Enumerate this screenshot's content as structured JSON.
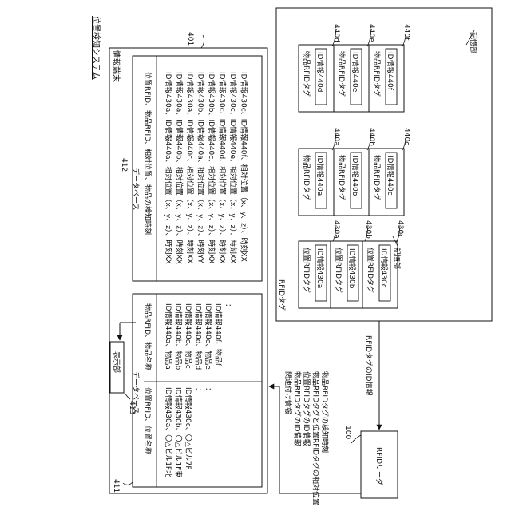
{
  "system_title": "位置検知システム",
  "terminal": {
    "title": "情報端末",
    "ref": "401"
  },
  "display": {
    "label": "表示部",
    "ref": "413"
  },
  "db1": {
    "ref": "411",
    "title": "データベース",
    "header_left": "位置RFID、位置名称",
    "header_right": "物品RFID、物品名称",
    "rows_left": [
      "ID情報430a、〇△ビル1F北",
      "ID情報430b、〇△ビル1F東",
      "ID情報430c、〇△ビル7F",
      "：",
      "："
    ],
    "rows_right": [
      "ID情報440a、物品a",
      "ID情報440b、物品b",
      "ID情報440c、物品c",
      "ID情報440d、物品d",
      "ID情報440e、物品e",
      "ID情報440f、物品f",
      "："
    ]
  },
  "db2": {
    "ref": "412",
    "title": "データベース",
    "header": "位置RFID、物品RFID、相対位置、物品の検知時刻",
    "rows": [
      "ID情報430a、ID情報440a、相対位置（x、y、z）、時刻XX",
      "ID情報430a、ID情報440b、相対位置（x、y、z）、時刻XX",
      "ID情報430a、ID情報440c、相対位置（x、y、z）、時刻XX",
      "ID情報430b、ID情報440a、相対位置（x、y、z）、時刻YY",
      "ID情報430b、ID情報440c、相対位置（x、y、z）、時刻XX",
      "ID情報430c、ID情報440d、相対位置（x、y、z）、時刻XX",
      "ID情報430c、ID情報440e、相対位置（x、y、z）、時刻XX",
      "ID情報430c、ID情報440f、相対位置（x、y、z）、時刻XX"
    ]
  },
  "reader": {
    "label": "RFIDリーダ",
    "ref": "100"
  },
  "reader_output": [
    "関連付け情報",
    "物品RFIDタグのID情報",
    "位置RFIDタグのID情報",
    "物品RFIDタグと位置RFIDタグの相対位置",
    "物品RFIDタグの検知時刻"
  ],
  "tag_input": "RFIDタグのID情報",
  "rfid": {
    "group_label": "RFIDタグ",
    "storage_label": "記憶部",
    "position_tags": [
      {
        "name": "位置RFIDタグ",
        "id": "ID情報430a",
        "ref": "430a"
      },
      {
        "name": "位置RFIDタグ",
        "id": "ID情報430b",
        "ref": "430b"
      },
      {
        "name": "位置RFIDタグ",
        "id": "ID情報430c",
        "ref": "430c"
      }
    ],
    "item_tags": [
      {
        "name": "物品RFIDタグ",
        "id": "ID情報440a",
        "ref": "440a"
      },
      {
        "name": "物品RFIDタグ",
        "id": "ID情報440b",
        "ref": "440b"
      },
      {
        "name": "物品RFIDタグ",
        "id": "ID情報440c",
        "ref": "440c"
      },
      {
        "name": "物品RFIDタグ",
        "id": "ID情報440d",
        "ref": "440d"
      },
      {
        "name": "物品RFIDタグ",
        "id": "ID情報440e",
        "ref": "440e"
      },
      {
        "name": "物品RFIDタグ",
        "id": "ID情報440f",
        "ref": "440f"
      }
    ]
  }
}
